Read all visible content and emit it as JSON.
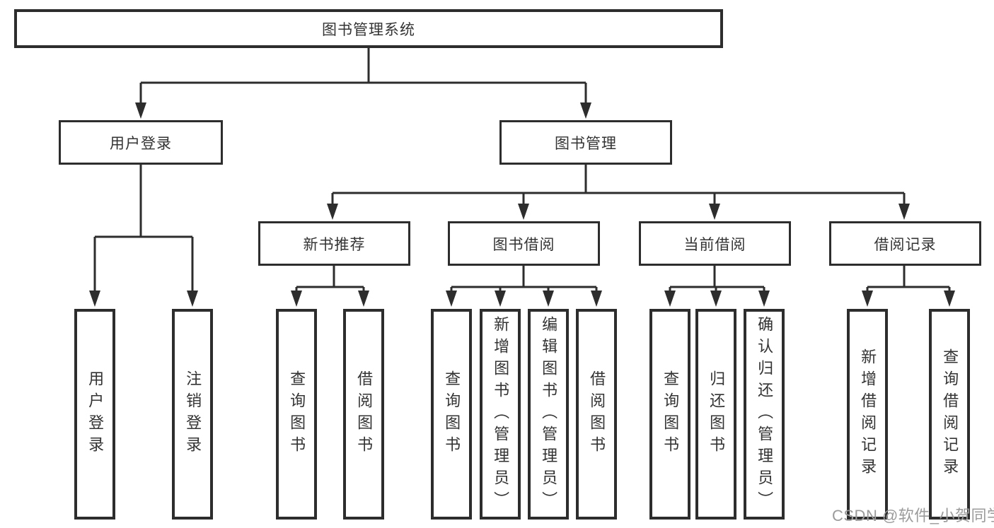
{
  "diagram": {
    "root": {
      "label": "图书管理系统"
    },
    "branches": [
      {
        "label": "用户登录",
        "leaves": [
          "用户登录",
          "注销登录"
        ]
      },
      {
        "label": "图书管理",
        "children": [
          {
            "label": "新书推荐",
            "leaves": [
              "查询图书",
              "借阅图书"
            ]
          },
          {
            "label": "图书借阅",
            "leaves": [
              "查询图书",
              "新增图书（管理员）",
              "编辑图书（管理员）",
              "借阅图书"
            ]
          },
          {
            "label": "当前借阅",
            "leaves": [
              "查询图书",
              "归还图书",
              "确认归还（管理员）"
            ]
          },
          {
            "label": "借阅记录",
            "leaves": [
              "新增借阅记录",
              "查询借阅记录"
            ]
          }
        ]
      }
    ]
  },
  "watermark": {
    "text": "CSDN @软件_小贺同学"
  },
  "colors": {
    "line": "#2d2d2d",
    "text": "#333333",
    "watermark": "#9b9b9b",
    "bg": "#ffffff"
  }
}
